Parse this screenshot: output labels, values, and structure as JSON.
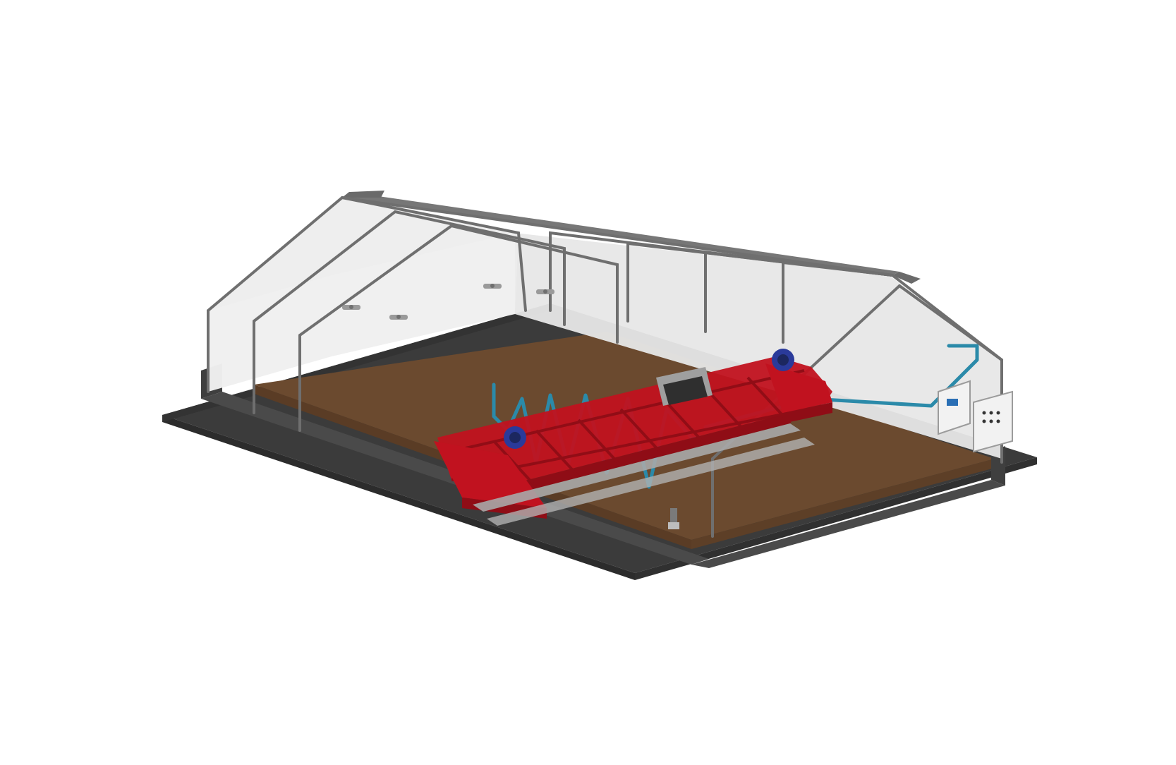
{
  "colors": {
    "background": "#ffffff",
    "base_dark": "#3b3b3b",
    "base_mid": "#4a4a4a",
    "floor": "#6b4a2f",
    "floor_shadow": "#5a3c25",
    "wall_panel": "#e7e7e7",
    "roof": "#777777",
    "frame": "#6f6f6f",
    "truss_red": "#c1121f",
    "truss_red_dark": "#8f0d16",
    "pipe_blue": "#2b8aa9",
    "panel_light": "#f2f2f2",
    "panel_dark": "#2f2f2f",
    "metal": "#a9a9a9"
  },
  "icons": {
    "ceiling_fan_icon": "ceiling-fan",
    "control_cabinet_icon": "control-cabinet",
    "motor_icon": "motor"
  }
}
